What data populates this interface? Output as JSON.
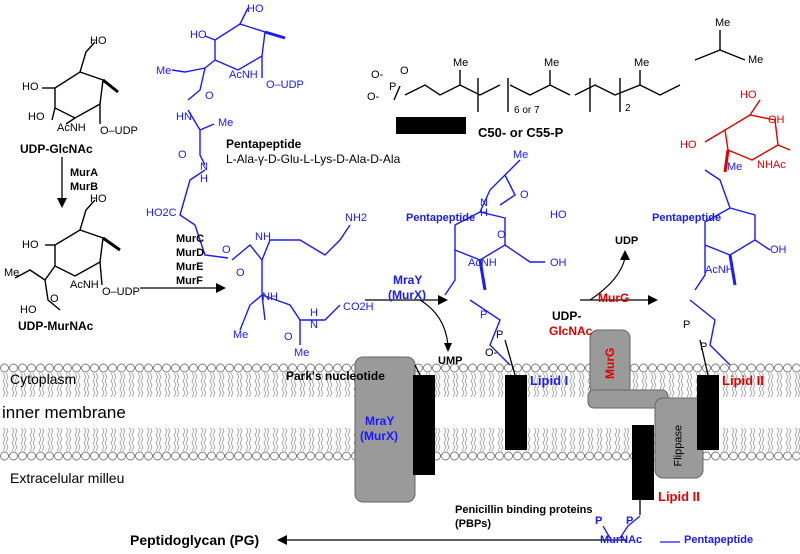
{
  "colors": {
    "blue": "#1a1aff",
    "red": "#e00000",
    "membrane": "#8c8c8c",
    "protein": "#9a9a9a",
    "black": "#000000"
  },
  "compounds": {
    "udp_glcnac": "UDP-GlcNAc",
    "udp_murnac": "UDP-MurNAc",
    "parks_nucleotide": "Park's nucleotide",
    "lipid_i": "Lipid I",
    "lipid_ii": "Lipid II",
    "lipid_ii_bottom": "Lipid II",
    "c_label": "C50- or C55-P",
    "peptidoglycan": "Peptidoglycan (PG)"
  },
  "atoms": {
    "ho": "HO",
    "ho_oh": "HO",
    "oh": "OH",
    "acnh": "AcNH",
    "nhac": "NHAc",
    "o": "O",
    "o_udp": "O–UDP",
    "udp": "UDP",
    "me": "Me",
    "hn": "HN",
    "h": "H",
    "n": "N",
    "nh": "NH",
    "nh2": "NH2",
    "ho2c": "HO2C",
    "co2h": "CO2H",
    "p": "P",
    "o_minus": "O-",
    "six_or_seven": "6 or 7",
    "two": "2"
  },
  "enzymes": {
    "murA": "MurA",
    "murB": "MurB",
    "murC": "MurC",
    "murD": "MurD",
    "murE": "MurE",
    "murF": "MurF",
    "mraY": "MraY",
    "murX": "(MurX)",
    "murG": "MurG",
    "flippase": "Flippase"
  },
  "peptide": {
    "title": "Pentapeptide",
    "sequence": "L-Ala-γ-D-Glu-L-Lys-D-Ala-D-Ala",
    "pentapeptide": "Pentapeptide"
  },
  "reagents": {
    "udp_glcnac_in": "UDP-",
    "glcnac_in": "GlcNAc",
    "udp_out": "UDP",
    "ump_out": "UMP"
  },
  "membrane": {
    "cytoplasm": "Cytoplasm",
    "inner": "inner membrane",
    "extracellular": "Extracelular milleu"
  },
  "pbp": {
    "line1": "Penicillin binding proteins",
    "line2": "(PBPs)",
    "murnac": "MurNAc",
    "pentapeptide": "Pentapeptide",
    "p": "P"
  }
}
